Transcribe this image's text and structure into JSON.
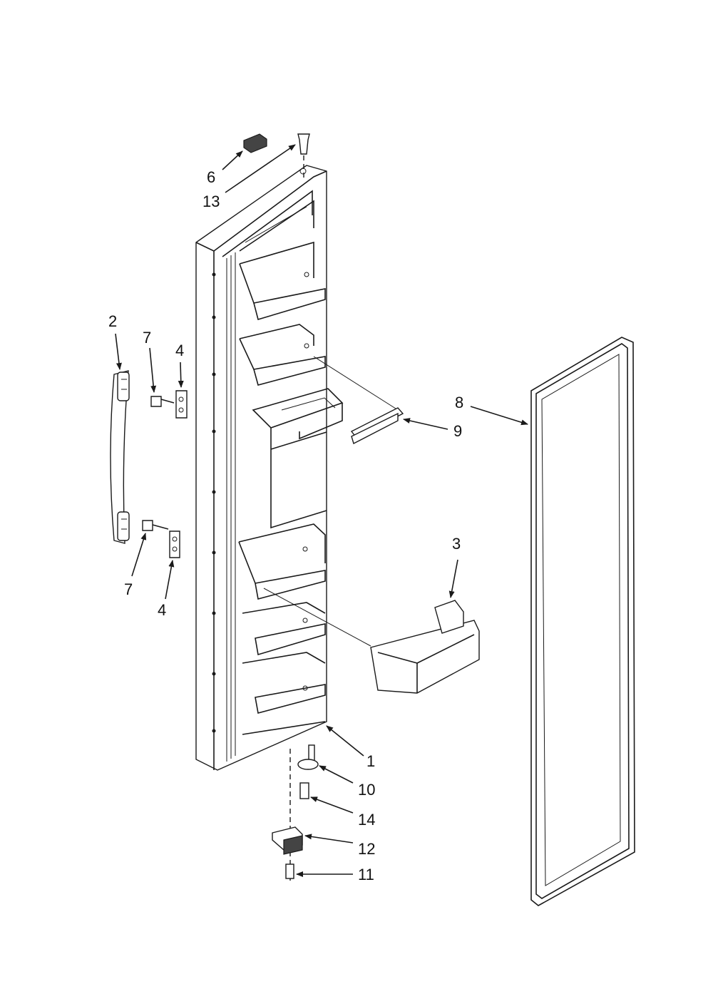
{
  "diagram": {
    "callouts": [
      {
        "id": "1",
        "label": "1"
      },
      {
        "id": "2",
        "label": "2"
      },
      {
        "id": "3",
        "label": "3"
      },
      {
        "id": "4a",
        "label": "4"
      },
      {
        "id": "4b",
        "label": "4"
      },
      {
        "id": "6",
        "label": "6"
      },
      {
        "id": "7a",
        "label": "7"
      },
      {
        "id": "7b",
        "label": "7"
      },
      {
        "id": "8",
        "label": "8"
      },
      {
        "id": "9",
        "label": "9"
      },
      {
        "id": "10",
        "label": "10"
      },
      {
        "id": "11",
        "label": "11"
      },
      {
        "id": "12",
        "label": "12"
      },
      {
        "id": "13",
        "label": "13"
      },
      {
        "id": "14",
        "label": "14"
      }
    ]
  }
}
